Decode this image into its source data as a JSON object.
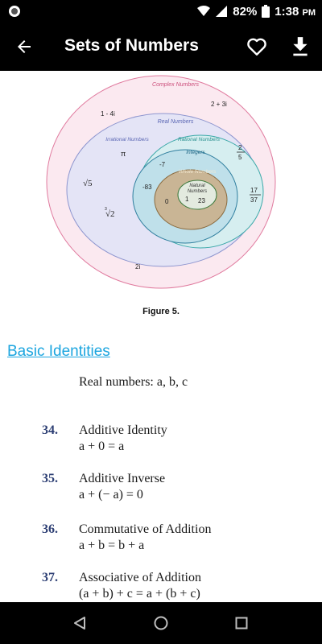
{
  "status_bar": {
    "battery": "82%",
    "time": "1:38",
    "ampm": "PM",
    "icons": [
      "notification-dot-icon",
      "wifi-icon",
      "signal-icon",
      "battery-icon"
    ]
  },
  "app_bar": {
    "title": "Sets of Numbers",
    "icons": [
      "back-arrow-icon",
      "heart-icon",
      "download-icon"
    ]
  },
  "figure": {
    "labels": {
      "complex": "Complex Numbers",
      "real": "Real Numbers",
      "irrational": "Irrational Numbers",
      "rational": "Rational Numbers",
      "integers": "Integers",
      "whole": "Whole Numbers",
      "natural_1": "Natural",
      "natural_2": "Numbers"
    },
    "values": {
      "complex_a": "1 - 4i",
      "complex_b": "2 + 3i",
      "complex_c": "2i",
      "pi": "π",
      "sqrt5": "√5",
      "cbrt2_index": "3",
      "cbrt2": "√2",
      "neg7": "-7",
      "neg83": "-83",
      "zero": "0",
      "one": "1",
      "twentythree": "23",
      "frac_a_num": "2",
      "frac_a_den": "5",
      "frac_b_num": "17",
      "frac_b_den": "37"
    },
    "caption": "Figure 5."
  },
  "section": {
    "link": "Basic Identities",
    "real_note": "Real numbers: a, b, c"
  },
  "identities": [
    {
      "number": "34.",
      "name": "Additive Identity",
      "formula": "a + 0 = a"
    },
    {
      "number": "35.",
      "name": "Additive Inverse",
      "formula": "a + (− a) = 0"
    },
    {
      "number": "36.",
      "name": "Commutative of Addition",
      "formula": "a + b = b + a"
    },
    {
      "number": "37.",
      "name": "Associative of Addition",
      "formula": "(a + b) + c = a + (b + c)"
    }
  ],
  "nav_bar": {
    "icons": [
      "back-triangle-icon",
      "home-circle-icon",
      "recents-square-icon"
    ]
  },
  "colors": {
    "bars": "#000000",
    "link": "#1ba5df",
    "number": "#2c3e73",
    "complex_fill": "#fbe9f0",
    "complex_stroke": "#e07a9e",
    "real_fill": "#e4e4f6",
    "rational_fill": "#d6eef0",
    "integers_fill": "#bfe0ea",
    "whole_fill": "#c9b595",
    "natural_fill": "#e3eadf"
  }
}
